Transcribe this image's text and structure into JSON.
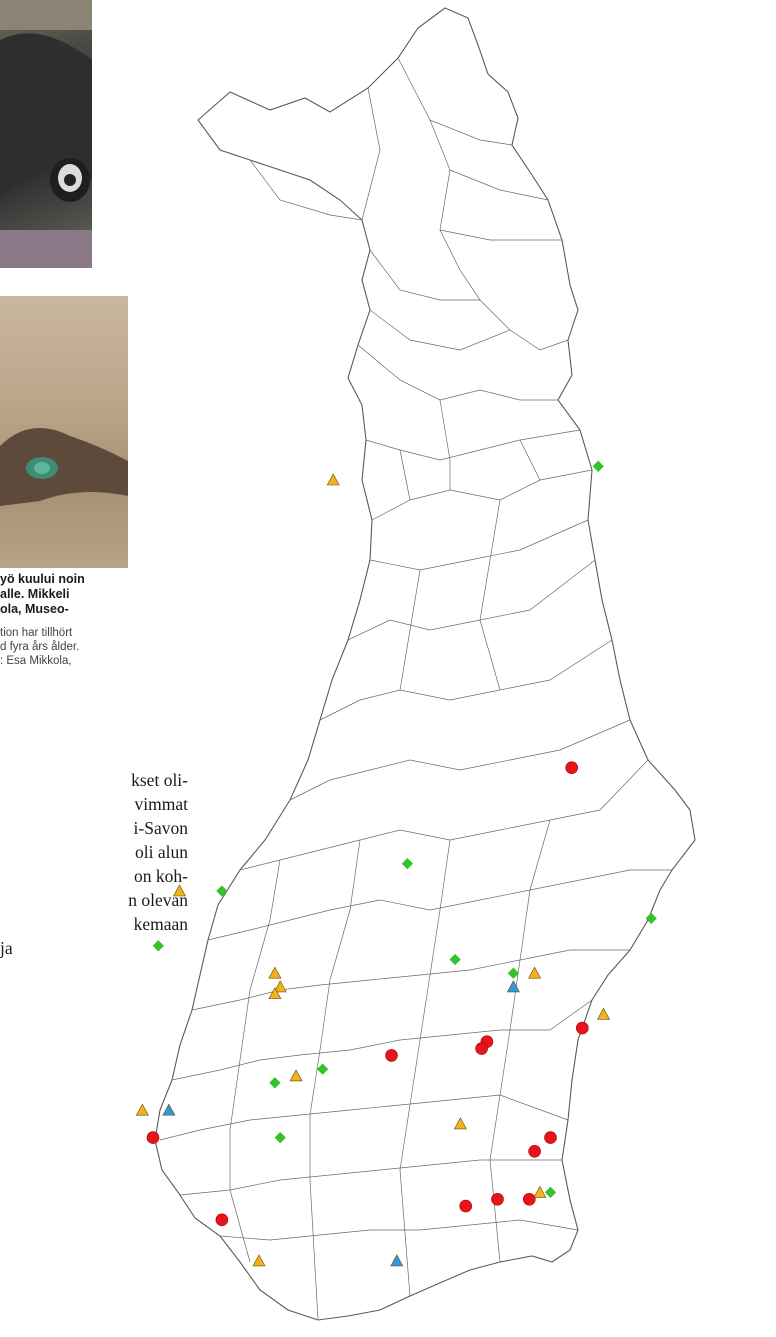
{
  "captions": {
    "finnish": [
      "yö kuului noin",
      "alle. Mikkeli",
      "ola, Museo-"
    ],
    "swedish": [
      "tion har tillhört",
      "d fyra års ålder.",
      ": Esa Mikkola,"
    ]
  },
  "body_text": [
    "kset oli-",
    "vimmat",
    "i-Savon",
    "oli alun",
    "on koh-",
    "n olevan",
    "kemaan",
    "ja"
  ],
  "map": {
    "colors": {
      "red_circle": "#e8141c",
      "orange_triangle": "#f2b21d",
      "green_diamond": "#35c22a",
      "blue_triangle": "#2a9be0",
      "boundary": "#5a5a5a"
    },
    "markers": [
      {
        "type": "green_diamond",
        "lon": 29.9,
        "lat": 66.3
      },
      {
        "type": "orange_triangle",
        "lon": 24.9,
        "lat": 66.2
      },
      {
        "type": "red_circle",
        "lon": 29.4,
        "lat": 64.1
      },
      {
        "type": "green_diamond",
        "lon": 26.3,
        "lat": 63.4
      },
      {
        "type": "orange_triangle",
        "lon": 22.0,
        "lat": 63.2
      },
      {
        "type": "green_diamond",
        "lon": 22.8,
        "lat": 63.2
      },
      {
        "type": "green_diamond",
        "lon": 30.9,
        "lat": 63.0
      },
      {
        "type": "green_diamond",
        "lon": 21.6,
        "lat": 62.8
      },
      {
        "type": "green_diamond",
        "lon": 27.2,
        "lat": 62.7
      },
      {
        "type": "green_diamond",
        "lon": 28.3,
        "lat": 62.6
      },
      {
        "type": "orange_triangle",
        "lon": 28.7,
        "lat": 62.6
      },
      {
        "type": "blue_triangle",
        "lon": 28.3,
        "lat": 62.5
      },
      {
        "type": "orange_triangle",
        "lon": 23.8,
        "lat": 62.6
      },
      {
        "type": "orange_triangle",
        "lon": 23.9,
        "lat": 62.5
      },
      {
        "type": "orange_triangle",
        "lon": 23.8,
        "lat": 62.45
      },
      {
        "type": "orange_triangle",
        "lon": 30.0,
        "lat": 62.3
      },
      {
        "type": "red_circle",
        "lon": 29.6,
        "lat": 62.2
      },
      {
        "type": "red_circle",
        "lon": 27.8,
        "lat": 62.1
      },
      {
        "type": "red_circle",
        "lon": 27.7,
        "lat": 62.05
      },
      {
        "type": "red_circle",
        "lon": 26.0,
        "lat": 62.0
      },
      {
        "type": "green_diamond",
        "lon": 24.7,
        "lat": 61.9
      },
      {
        "type": "orange_triangle",
        "lon": 24.2,
        "lat": 61.85
      },
      {
        "type": "green_diamond",
        "lon": 23.8,
        "lat": 61.8
      },
      {
        "type": "orange_triangle",
        "lon": 21.3,
        "lat": 61.6
      },
      {
        "type": "blue_triangle",
        "lon": 21.8,
        "lat": 61.6
      },
      {
        "type": "red_circle",
        "lon": 21.5,
        "lat": 61.4
      },
      {
        "type": "green_diamond",
        "lon": 23.9,
        "lat": 61.4
      },
      {
        "type": "orange_triangle",
        "lon": 27.3,
        "lat": 61.5
      },
      {
        "type": "red_circle",
        "lon": 28.7,
        "lat": 61.3
      },
      {
        "type": "red_circle",
        "lon": 29.0,
        "lat": 61.4
      },
      {
        "type": "red_circle",
        "lon": 27.4,
        "lat": 60.9
      },
      {
        "type": "red_circle",
        "lon": 28.0,
        "lat": 60.95
      },
      {
        "type": "red_circle",
        "lon": 28.6,
        "lat": 60.95
      },
      {
        "type": "orange_triangle",
        "lon": 28.8,
        "lat": 61.0
      },
      {
        "type": "green_diamond",
        "lon": 29.0,
        "lat": 61.0
      },
      {
        "type": "red_circle",
        "lon": 22.8,
        "lat": 60.8
      },
      {
        "type": "blue_triangle",
        "lon": 26.1,
        "lat": 60.5
      },
      {
        "type": "orange_triangle",
        "lon": 23.5,
        "lat": 60.5
      }
    ]
  }
}
